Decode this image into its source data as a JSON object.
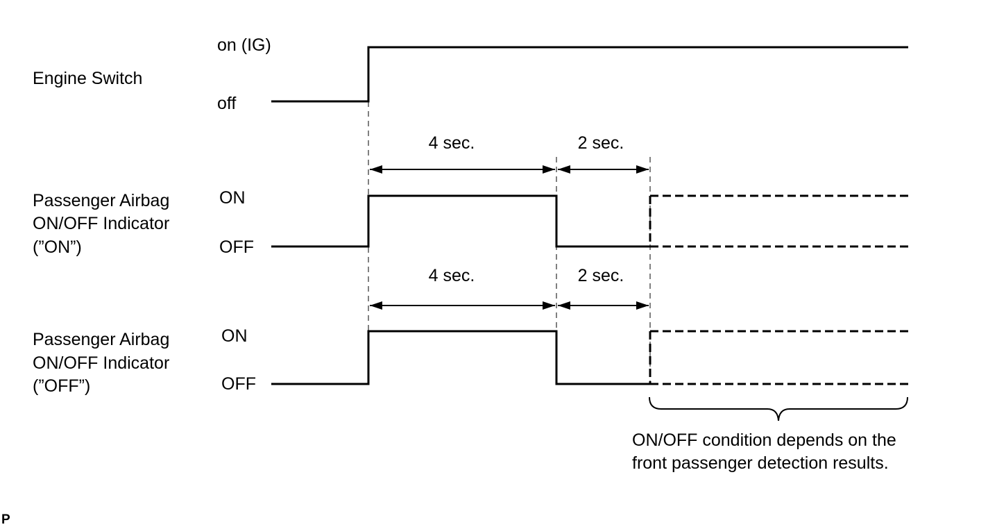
{
  "engine": {
    "name": "Engine Switch",
    "high": "on (IG)",
    "low": "off"
  },
  "ind_on": {
    "name_line1": "Passenger Airbag",
    "name_line2": "ON/OFF Indicator",
    "name_line3": "(”ON”)",
    "high": "ON",
    "low": "OFF"
  },
  "ind_off": {
    "name_line1": "Passenger Airbag",
    "name_line2": "ON/OFF Indicator",
    "name_line3": "(”OFF”)",
    "high": "ON",
    "low": "OFF"
  },
  "durations": {
    "first": "4 sec.",
    "second": "2 sec."
  },
  "note": {
    "line1": "ON/OFF condition depends on the",
    "line2": "front passenger detection results."
  },
  "corner_mark": "P"
}
